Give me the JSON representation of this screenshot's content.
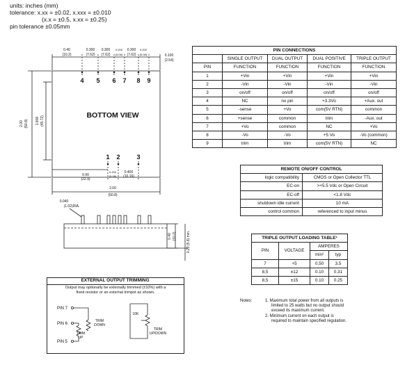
{
  "header": {
    "units": "units: inches (mm)",
    "tol1": "tolerance: x.xx = ±0.02, x.xxx = ±0.010",
    "tol2": "(x.x = ±0.5,   x.xx = ±0.25)",
    "pin_tol": "pin tolerance ±0.05mm"
  },
  "drawing": {
    "top_dims": [
      "0.40",
      "(10.2)",
      "0.300",
      "(7.62)",
      "0.300",
      "(7.62)",
      "0.200",
      "(5.08)",
      "0.300",
      "(7.62)",
      "0.200",
      "(5.08)",
      "0.100",
      "(2.54)"
    ],
    "top_pins": [
      "4",
      "5",
      "6",
      "7",
      "8",
      "9"
    ],
    "view_label": "BOTTOM VIEW",
    "bottom_pins": [
      "1",
      "2",
      "3"
    ],
    "left_dims": [
      "2.00",
      "(50.8)",
      "1.800",
      "(45.72)"
    ],
    "bottom_dims": [
      "0.90",
      "(22.9)",
      "0.200",
      "(5.08)",
      "0.400",
      "(10.16)",
      "2.00",
      "(50.8)"
    ],
    "side_dims": [
      "0.040",
      "(1.02)DIA.",
      "0.40",
      "(10.2)",
      "0.22 (5.6) min."
    ]
  },
  "pin_connections": {
    "title": "PIN CONNECTIONS",
    "groups": [
      "SINGLE OUTPUT",
      "DUAL OUTPUT",
      "DUAL POSITIVE",
      "TRIPLE OUTPUT"
    ],
    "pin_header": "PIN",
    "func_header": "FUNCTION",
    "rows": [
      [
        "1",
        "+Vin",
        "+Vin",
        "+Vin",
        "+Vin"
      ],
      [
        "2",
        "-Vin",
        "-Vin",
        "-Vin",
        "-Vin"
      ],
      [
        "3",
        "on/off",
        "on/off",
        "on/off",
        "on/off"
      ],
      [
        "4",
        "NC",
        "no pin",
        "+3.3Vo",
        "+Aux. out"
      ],
      [
        "5",
        "-sense",
        "+Vo",
        "com(5V RTN)",
        "common"
      ],
      [
        "6",
        "+sense",
        "common",
        "trim",
        "-Aux. out"
      ],
      [
        "7",
        "+Vo",
        "common",
        "NC",
        "+Vo"
      ],
      [
        "8",
        "-Vo",
        "-Vo",
        "+5 Vo",
        "-Vo (common)"
      ],
      [
        "9",
        "trim",
        "trim",
        "com(5V RTN)",
        "NC"
      ]
    ]
  },
  "remote_control": {
    "title": "REMOTE ON/OFF CONTROL",
    "rows": [
      [
        "logic compatibility",
        "CMOS or Open Collector TTL"
      ],
      [
        "EC-on",
        ">+5.5 Vdc or Open Circuit"
      ],
      [
        "EC-off",
        "<1.8 Vdc"
      ],
      [
        "shutdown idle current",
        "10 mA"
      ],
      [
        "control common",
        "referenced to input minus"
      ]
    ]
  },
  "triple_loading": {
    "title": "TRIPLE OUTPUT LOADING TABLE¹",
    "pin_header": "PIN",
    "voltage_header": "VOLTAGE",
    "amperes_header": "AMPERES",
    "min_header": "min²",
    "typ_header": "typ",
    "rows": [
      [
        "7",
        "+5",
        "0.50",
        "3.5"
      ],
      [
        "8,5",
        "±12",
        "0.10",
        "0.31"
      ],
      [
        "8,5",
        "±15",
        "0.10",
        "0.25"
      ]
    ]
  },
  "notes": {
    "label": "Notes:",
    "n1a": "1.  Maximum total power from all outputs is",
    "n1b": "limited to 25 watts but no output should",
    "n1c": "exceed its maximum current.",
    "n2a": "2.  Minimum current on each output is",
    "n2b": "required to maintain specified regulation."
  },
  "trimming": {
    "title": "EXTERNAL OUTPUT TRIMMING",
    "desc1": "Output may optionally be externally trimmed (±10%) with a",
    "desc2": "fixed resistor or an external trimpot as shown.",
    "pin7": "PIN 7",
    "pin6": "PIN 6",
    "pin5": "PIN 5",
    "trim_up": [
      "TRIM",
      "UP"
    ],
    "trim_down": [
      "TRIM",
      "DOWN"
    ],
    "pot": "10K",
    "trim_updown": [
      "TRIM",
      "UP/DOWN"
    ]
  }
}
